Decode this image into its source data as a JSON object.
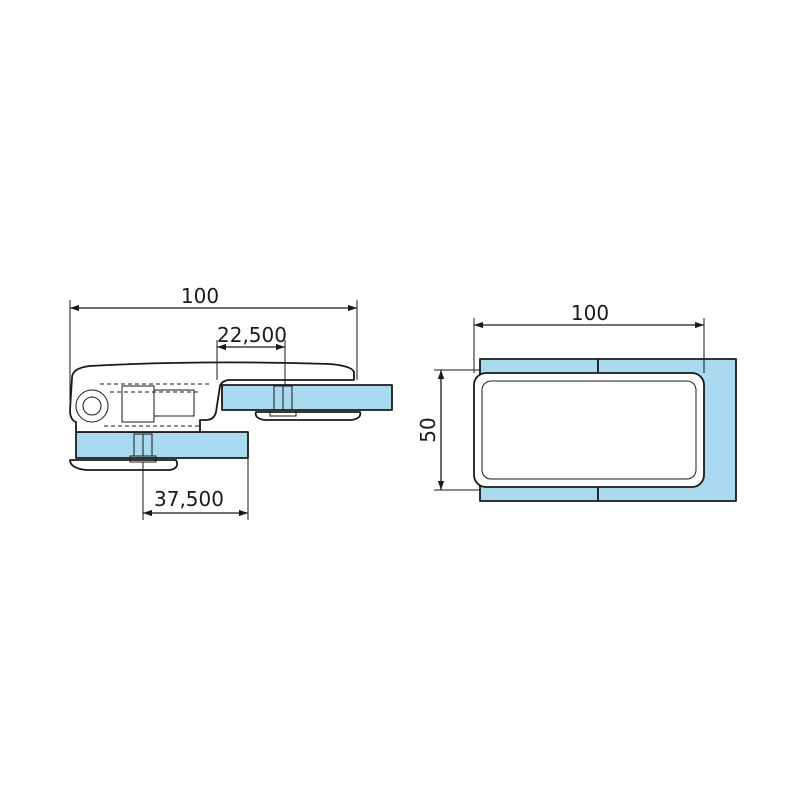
{
  "colors": {
    "glass": "#a9daf0",
    "line": "#1a1a1a",
    "background": "#ffffff"
  },
  "side_view": {
    "dim_overall_length": "100",
    "dim_upper_offset": "22,500",
    "dim_lower_offset": "37,500"
  },
  "front_view": {
    "dim_width": "100",
    "dim_height": "50"
  }
}
